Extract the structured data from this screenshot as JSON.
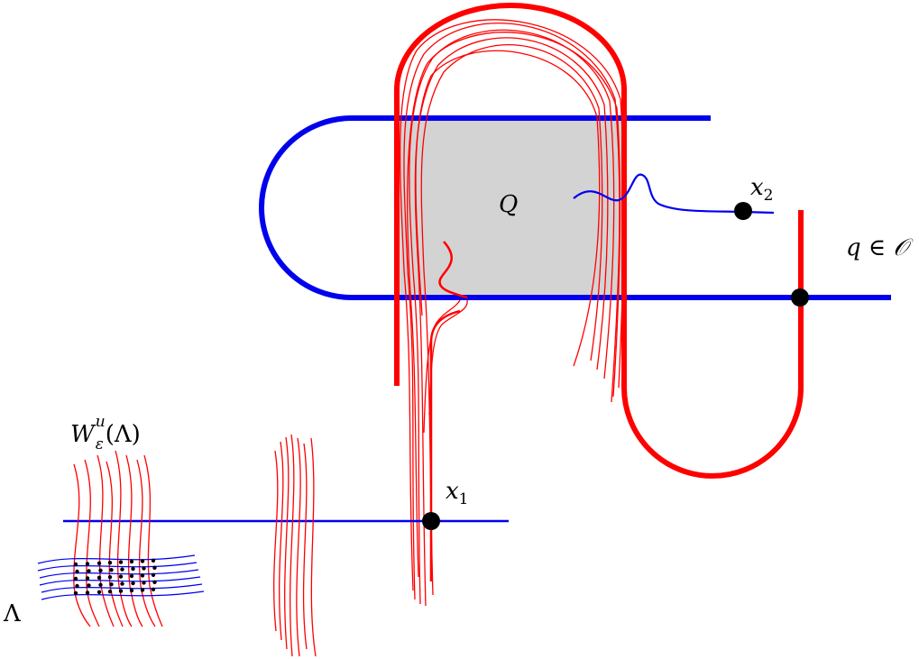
{
  "labels": {
    "Q": "Q",
    "x1_base": "x",
    "x1_sub": "1",
    "x2_base": "x",
    "x2_sub": "2",
    "q_relation": "q ∈ 𝒪",
    "W_base": "W",
    "W_sup": "u",
    "W_sub": "ε",
    "W_arg": "(Λ)",
    "Lambda": "Λ"
  },
  "colors": {
    "red": "#ff0000",
    "blue": "#0000ee",
    "shade": "#d3d3d3",
    "black": "#000000"
  }
}
